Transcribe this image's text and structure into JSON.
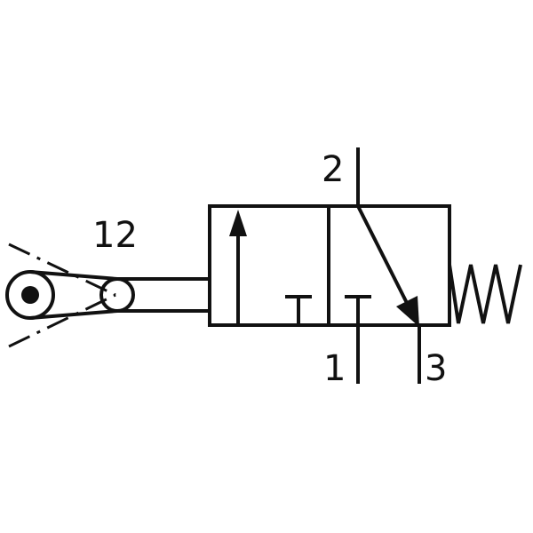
{
  "labels": {
    "pilot": "12",
    "port_2": "2",
    "port_1": "1",
    "port_3": "3"
  },
  "colors": {
    "line": "#111111",
    "background": "#ffffff"
  }
}
